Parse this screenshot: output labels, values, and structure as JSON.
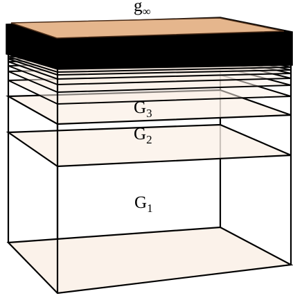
{
  "labels": {
    "g_infinity": {
      "base": "g",
      "sub": "∞"
    },
    "g3": {
      "base": "G",
      "sub": "3"
    },
    "g2": {
      "base": "G",
      "sub": "2"
    },
    "g1": {
      "base": "G",
      "sub": "1"
    }
  },
  "colors": {
    "outline": "#000000",
    "plane_fill": "#fbf1e8",
    "top_plane_fill": "#e5b68d"
  }
}
